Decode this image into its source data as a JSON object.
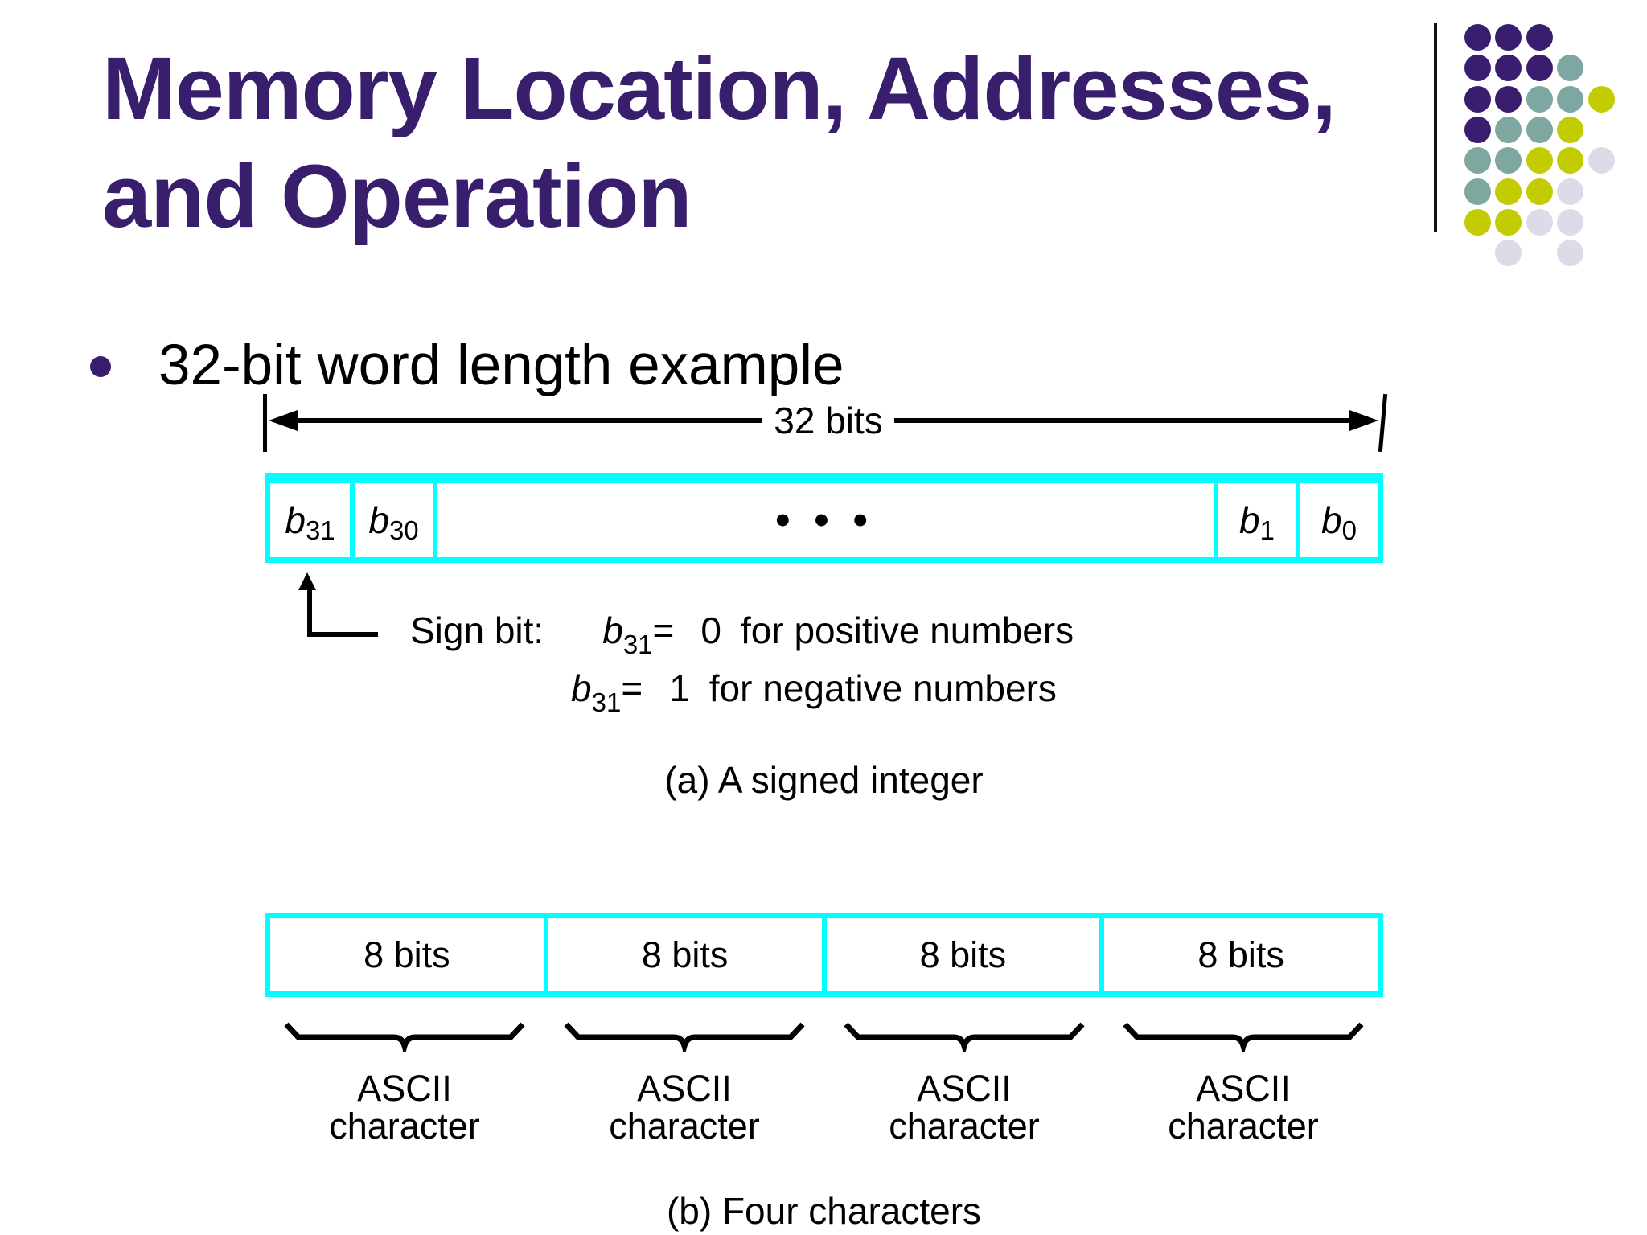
{
  "title": {
    "line1": "Memory Location, Addresses,",
    "line2": "and Operation"
  },
  "bullet": {
    "text": "32-bit word length example"
  },
  "diagram_a": {
    "dimension_label": "32 bits",
    "cells": [
      {
        "var": "b",
        "sub": "31"
      },
      {
        "var": "b",
        "sub": "30"
      },
      {
        "dots": "•••"
      },
      {
        "var": "b",
        "sub": "1"
      },
      {
        "var": "b",
        "sub": "0"
      }
    ],
    "sign_bit": {
      "label": "Sign bit:",
      "lines": [
        {
          "var": "b",
          "sub": "31",
          "eq": "=",
          "value": "0",
          "text": "for positive numbers"
        },
        {
          "var": "b",
          "sub": "31",
          "eq": "=",
          "value": "1",
          "text": "for negative numbers"
        }
      ]
    },
    "caption": "(a) A signed integer"
  },
  "diagram_b": {
    "cells": [
      "8 bits",
      "8 bits",
      "8 bits",
      "8 bits"
    ],
    "groups": [
      {
        "line1": "ASCII",
        "line2": "character"
      },
      {
        "line1": "ASCII",
        "line2": "character"
      },
      {
        "line1": "ASCII",
        "line2": "character"
      },
      {
        "line1": "ASCII",
        "line2": "character"
      }
    ],
    "caption": "(b) Four characters"
  },
  "decoration": {
    "colors": {
      "purple": "#3A1D6E",
      "teal": "#7EA7A1",
      "olive": "#C2CC00",
      "gray": "#DCDCE8"
    },
    "rows": [
      [
        "purple",
        "purple",
        "purple",
        null,
        null
      ],
      [
        "purple",
        "purple",
        "purple",
        "teal",
        null
      ],
      [
        "purple",
        "purple",
        "teal",
        "teal",
        "olive"
      ],
      [
        "purple",
        "teal",
        "teal",
        "olive",
        null
      ],
      [
        "teal",
        "teal",
        "olive",
        "olive",
        "gray"
      ],
      [
        "teal",
        "olive",
        "olive",
        "gray",
        null
      ],
      [
        "olive",
        "olive",
        "gray",
        "gray",
        null
      ],
      [
        null,
        "gray",
        null,
        "gray",
        null
      ]
    ]
  },
  "colors": {
    "accent_cyan": "#00FFFF",
    "title_purple": "#3A1E6E"
  }
}
